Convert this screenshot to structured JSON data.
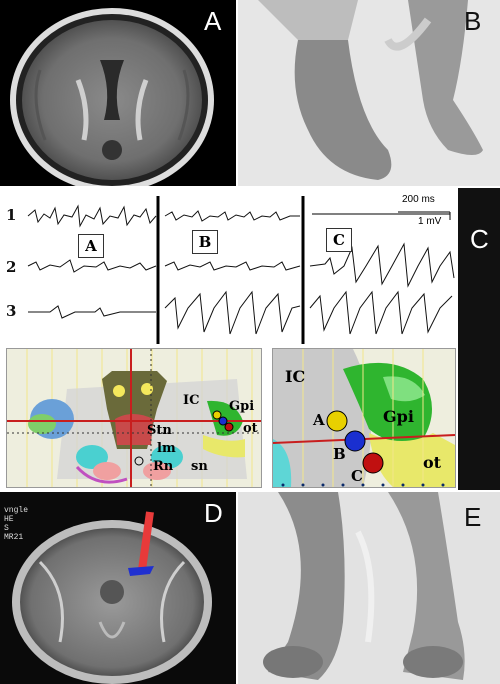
{
  "panels": {
    "A": {
      "letter": "A"
    },
    "B": {
      "letter": "B"
    },
    "C": {
      "letter": "C"
    },
    "D": {
      "letter": "D"
    },
    "E": {
      "letter": "E"
    }
  },
  "eeg": {
    "trace_numbers": [
      "1",
      "2",
      "3"
    ],
    "segments": [
      "A",
      "B",
      "C"
    ],
    "scale_time": "200 ms",
    "scale_voltage": "1 mV"
  },
  "atlas_left": {
    "labels": {
      "ic": "IC",
      "gpi": "Gpi",
      "stn": "Stn",
      "lm": "lm",
      "ot": "ot",
      "rn": "Rn",
      "sn": "sn"
    }
  },
  "atlas_right": {
    "labels": {
      "ic": "IC",
      "gpi": "Gpi",
      "ot": "ot",
      "a": "A",
      "b": "B",
      "c": "C"
    }
  },
  "colors": {
    "electrode_a": "#e8d000",
    "electrode_b": "#1a2fd0",
    "electrode_c": "#c01010",
    "gpi_green": "#2fb52f",
    "ic_gray": "#c9c9c9"
  },
  "mri_d": {
    "overlay_text": [
      "vngle",
      "HE",
      "S",
      "MR21"
    ]
  }
}
